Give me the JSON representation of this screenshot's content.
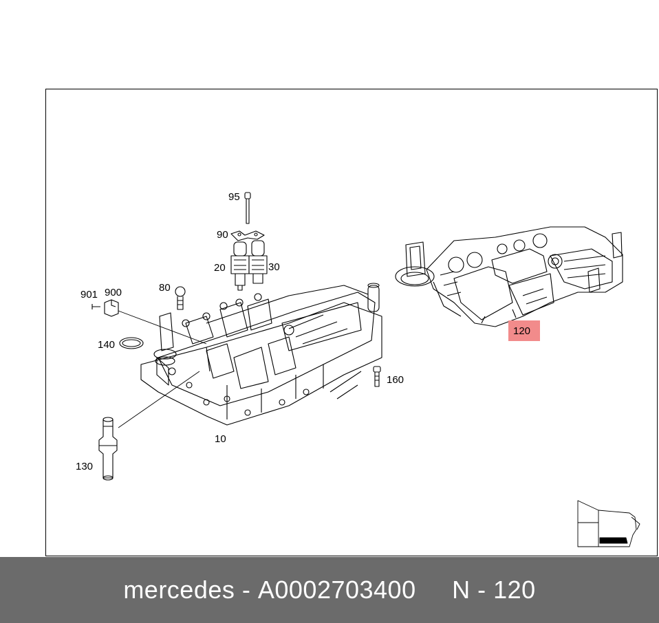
{
  "callouts": {
    "p95": "95",
    "p90": "90",
    "p20": "20",
    "p30": "30",
    "p80": "80",
    "p901": "901",
    "p900": "900",
    "p140": "140",
    "p160": "160",
    "p10": "10",
    "p130": "130",
    "p120": "120"
  },
  "highlight": {
    "part": "120",
    "color": "#f28b8b"
  },
  "footer": {
    "brand": "mercedes",
    "separator1": " - ",
    "part_number": "A0002703400",
    "gap": "     ",
    "position_label": "N - 120"
  }
}
